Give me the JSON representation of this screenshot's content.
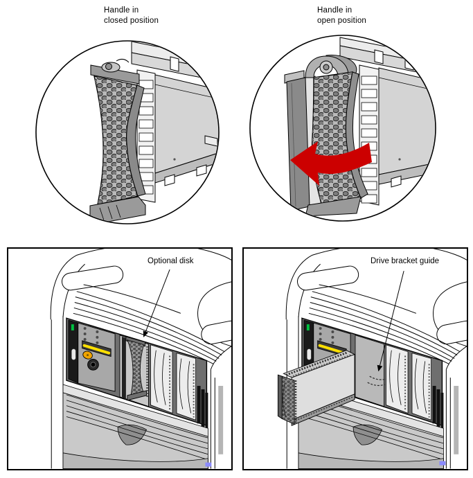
{
  "figure": {
    "insets": [
      {
        "id": "closed",
        "label": "Handle in\nclosed position"
      },
      {
        "id": "open",
        "label": "Handle in\nopen position"
      }
    ],
    "panels": [
      {
        "id": "optional-disk",
        "callout": "Optional disk"
      },
      {
        "id": "drive-bracket",
        "callout": "Drive bracket guide"
      }
    ]
  },
  "icons": {
    "rotation_arrow": "red-curved-rotation-arrow",
    "leader_arrowhead": "black-triangle-arrowhead",
    "power_led": "green-led",
    "media_slot": "yellow-slot",
    "keylock": "yellow-key"
  },
  "colors": {
    "background": "#ffffff",
    "line": "#000000",
    "rotation_arrow_red": "#cc0000",
    "led_green": "#00c040",
    "slot_yellow": "#ffe000",
    "key_yellow": "#f0a400",
    "corner_tick_blue": "#8a8aff",
    "body_light_gray": "#d4d4d4",
    "handle_gray": "#b9b9b9",
    "handle_dark_gray": "#8a8a8a",
    "bay_dark_gray": "#6f6f6f"
  }
}
